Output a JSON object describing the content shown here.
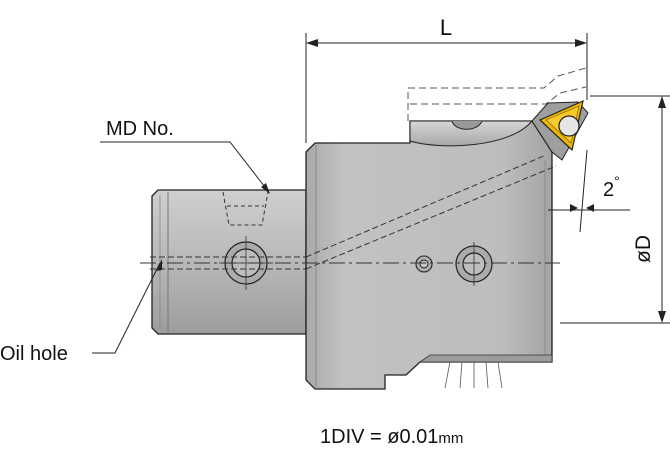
{
  "labels": {
    "length": "L",
    "diameter": "øD",
    "angle": "2",
    "angle_unit": "°",
    "md_no": "MD No.",
    "oil_hole": "Oil hole"
  },
  "footer": {
    "main": "1DIV = ø0.01",
    "unit": "mm"
  },
  "colors": {
    "body": "#b3b3b3",
    "body_shade": "#9c9c9c",
    "insert": "#f2b705",
    "outline": "#222222"
  }
}
